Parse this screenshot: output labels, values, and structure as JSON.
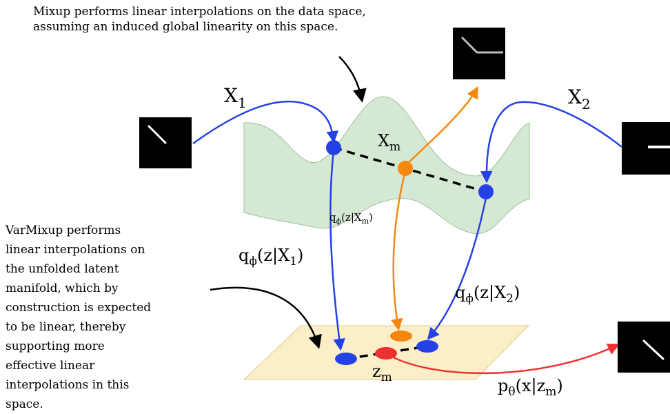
{
  "captions": {
    "mixup": "Mixup performs linear interpolations on the data space,\nassuming an induced global linearity on this space.",
    "varmixup": "VarMixup performs\nlinear interpolations on\nthe unfolded latent\nmanifold, which by\nconstruction is expected\nto be linear, thereby\nsupporting more\neffective linear\ninterpolations in this\nspace."
  },
  "labels": {
    "x1": {
      "base": "X",
      "sub": "1"
    },
    "x2": {
      "base": "X",
      "sub": "2"
    },
    "xm": {
      "base": "X",
      "sub": "m"
    },
    "zm": {
      "base": "z",
      "sub": "m"
    },
    "q_x1": {
      "pre": "q",
      "presub": "ϕ",
      "post": "(z|X",
      "postsub": "1",
      "end": ")"
    },
    "q_x2": {
      "pre": "q",
      "presub": "ϕ",
      "post": "(z|X",
      "postsub": "2",
      "end": ")"
    },
    "q_xm": {
      "pre": "q",
      "presub": "ϕ",
      "post": "(z|X",
      "postsub": "m",
      "end": ")"
    },
    "p_zm": {
      "pre": "p",
      "presub": "θ",
      "post": "(x|z",
      "postsub": "m",
      "end": ")"
    }
  },
  "colors": {
    "data_manifold": "#d5e8d4",
    "data_manifold_stroke": "#9fbf9c",
    "latent_plane": "#fcefc8",
    "latent_plane_stroke": "#e0c98a",
    "blue": "#2441e6",
    "orange": "#f5870f",
    "red": "#f03030",
    "black": "#000000"
  },
  "icons": {
    "thumb_x1": "diagonal-stroke-image",
    "thumb_x2": "horizontal-stroke-image",
    "thumb_xm": "bent-stroke-image",
    "thumb_zm": "diagonal-stroke-image"
  }
}
